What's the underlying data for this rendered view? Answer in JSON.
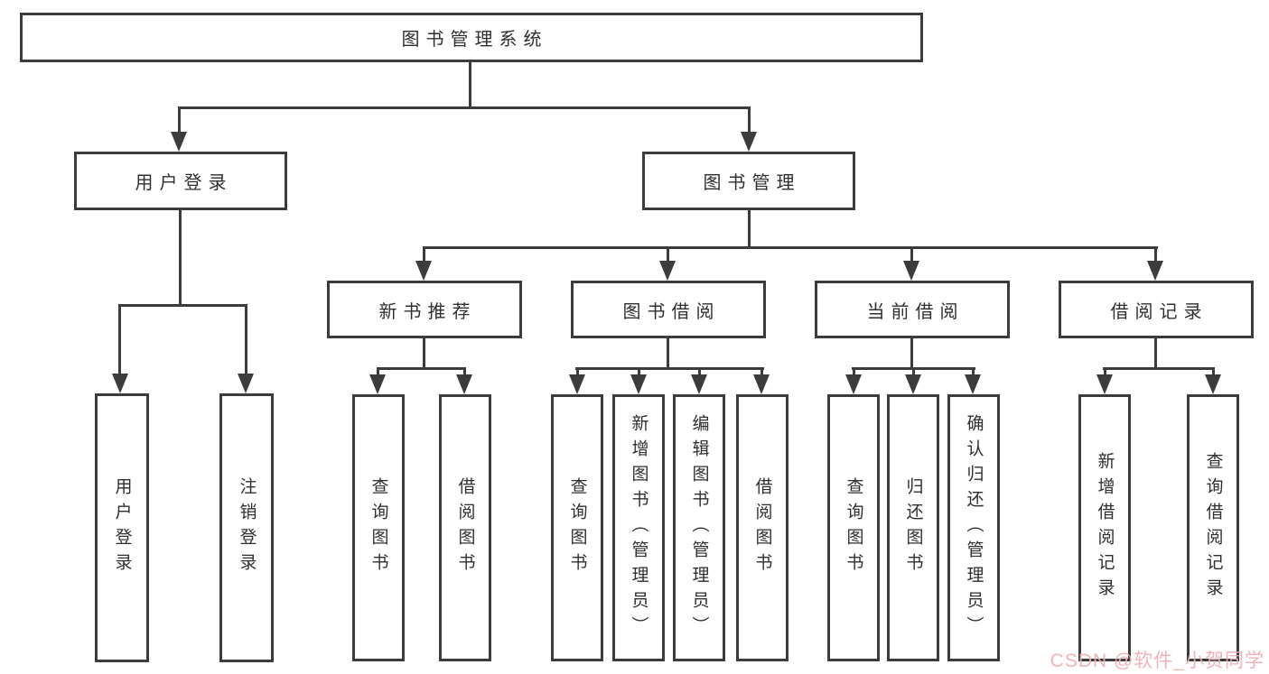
{
  "tree": {
    "root": {
      "label": "图书管理系统"
    },
    "branches": [
      {
        "label": "用户登录",
        "children": [
          {
            "label": "用户登录"
          },
          {
            "label": "注销登录"
          }
        ]
      },
      {
        "label": "图书管理",
        "children": [
          {
            "label": "新书推荐",
            "children": [
              {
                "label": "查询图书"
              },
              {
                "label": "借阅图书"
              }
            ]
          },
          {
            "label": "图书借阅",
            "children": [
              {
                "label": "查询图书"
              },
              {
                "label": "新增图书（管理员）"
              },
              {
                "label": "编辑图书（管理员）"
              },
              {
                "label": "借阅图书"
              }
            ]
          },
          {
            "label": "当前借阅",
            "children": [
              {
                "label": "查询图书"
              },
              {
                "label": "归还图书"
              },
              {
                "label": "确认归还（管理员）"
              }
            ]
          },
          {
            "label": "借阅记录",
            "children": [
              {
                "label": "新增借阅记录"
              },
              {
                "label": "查询借阅记录"
              }
            ]
          }
        ]
      }
    ]
  },
  "style": {
    "line_color": "#3c3c3c",
    "text_color": "#2f2f2f",
    "background": "#ffffff",
    "watermark_color": "#efacb3"
  },
  "watermark": {
    "text": "CSDN @软件_小贺同学"
  }
}
